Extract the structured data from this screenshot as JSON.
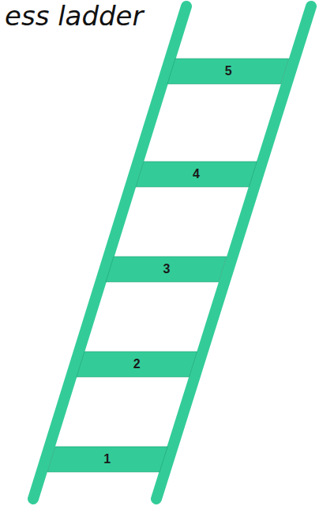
{
  "diagram": {
    "title": "ess ladder",
    "nodes": [
      {
        "text": [
          "5"
        ]
      },
      {
        "text": [
          "4"
        ]
      },
      {
        "text": [
          "3"
        ]
      },
      {
        "text": [
          "2"
        ]
      },
      {
        "text": [
          "1"
        ]
      }
    ]
  }
}
